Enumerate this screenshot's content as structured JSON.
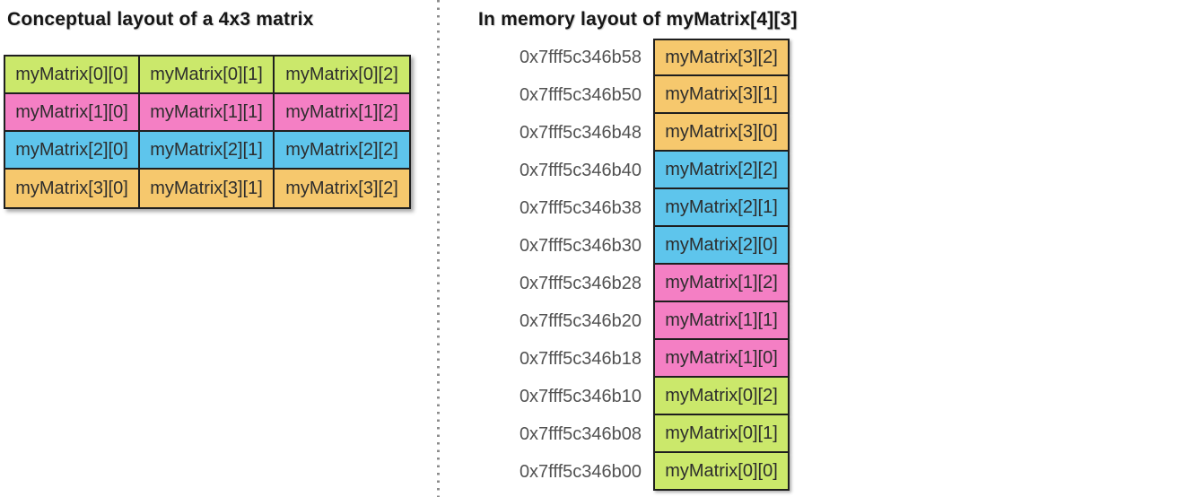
{
  "left_panel": {
    "title": "Conceptual layout of a 4x3 matrix",
    "rows": [
      {
        "color": "#cbe86b",
        "cells": [
          "myMatrix[0][0]",
          "myMatrix[0][1]",
          "myMatrix[0][2]"
        ]
      },
      {
        "color": "#f47fc4",
        "cells": [
          "myMatrix[1][0]",
          "myMatrix[1][1]",
          "myMatrix[1][2]"
        ]
      },
      {
        "color": "#5ec5ec",
        "cells": [
          "myMatrix[2][0]",
          "myMatrix[2][1]",
          "myMatrix[2][2]"
        ]
      },
      {
        "color": "#f6c86d",
        "cells": [
          "myMatrix[3][0]",
          "myMatrix[3][1]",
          "myMatrix[3][2]"
        ]
      }
    ]
  },
  "right_panel": {
    "title": "In memory layout of myMatrix[4][3]",
    "rows": [
      {
        "address": "0x7fff5c346b58",
        "label": "myMatrix[3][2]",
        "color": "#f6c86d"
      },
      {
        "address": "0x7fff5c346b50",
        "label": "myMatrix[3][1]",
        "color": "#f6c86d"
      },
      {
        "address": "0x7fff5c346b48",
        "label": "myMatrix[3][0]",
        "color": "#f6c86d"
      },
      {
        "address": "0x7fff5c346b40",
        "label": "myMatrix[2][2]",
        "color": "#5ec5ec"
      },
      {
        "address": "0x7fff5c346b38",
        "label": "myMatrix[2][1]",
        "color": "#5ec5ec"
      },
      {
        "address": "0x7fff5c346b30",
        "label": "myMatrix[2][0]",
        "color": "#5ec5ec"
      },
      {
        "address": "0x7fff5c346b28",
        "label": "myMatrix[1][2]",
        "color": "#f47fc4"
      },
      {
        "address": "0x7fff5c346b20",
        "label": "myMatrix[1][1]",
        "color": "#f47fc4"
      },
      {
        "address": "0x7fff5c346b18",
        "label": "myMatrix[1][0]",
        "color": "#f47fc4"
      },
      {
        "address": "0x7fff5c346b10",
        "label": "myMatrix[0][2]",
        "color": "#cbe86b"
      },
      {
        "address": "0x7fff5c346b08",
        "label": "myMatrix[0][1]",
        "color": "#cbe86b"
      },
      {
        "address": "0x7fff5c346b00",
        "label": "myMatrix[0][0]",
        "color": "#cbe86b"
      }
    ]
  }
}
